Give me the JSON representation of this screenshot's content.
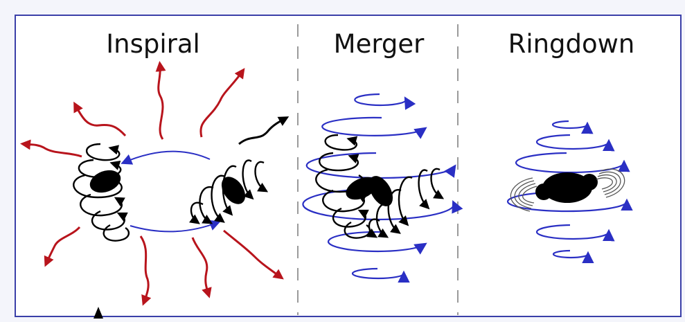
{
  "panels": [
    {
      "title": "Inspiral"
    },
    {
      "title": "Merger"
    },
    {
      "title": "Ringdown"
    }
  ],
  "colors": {
    "border": "#3a3fa8",
    "orbit_blue": "#2a2fc4",
    "wave_red": "#b8141c",
    "ink": "#000000",
    "divider": "#9a9a9a"
  },
  "icons": [
    "black-hole-icon",
    "spin-swirl-icon",
    "gravitational-wave-arrow-icon",
    "orbit-arrow-icon",
    "divider-line"
  ]
}
